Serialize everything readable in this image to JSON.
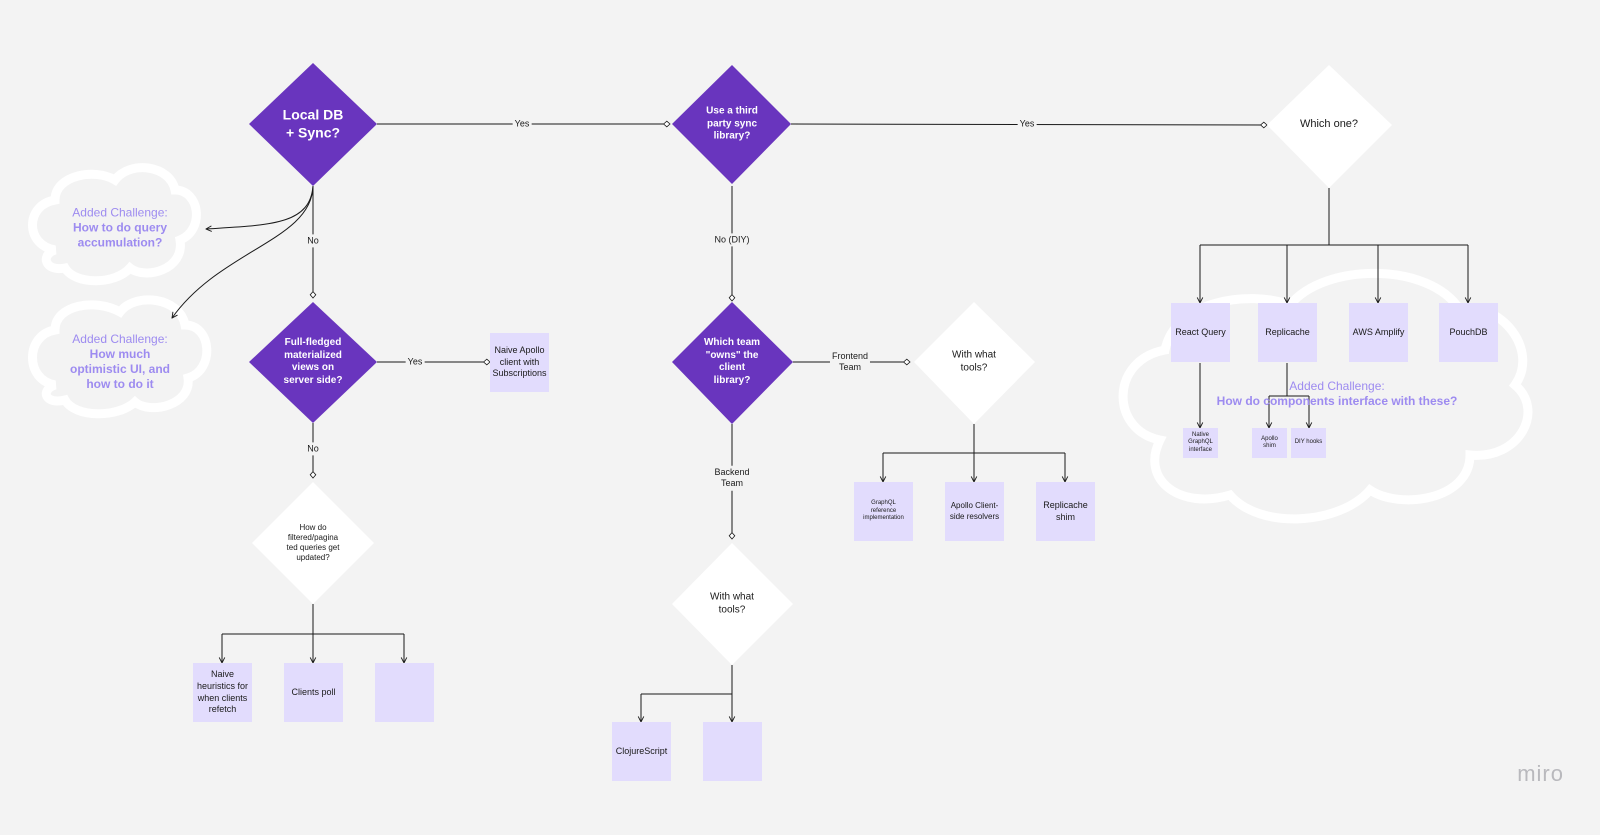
{
  "app": {
    "logo": "miro"
  },
  "decisions": {
    "local_db": "Local DB\n+ Sync?",
    "third_party": "Use a third\nparty sync\nlibrary?",
    "which_one": "Which one?",
    "full_fledged": "Full-fledged\nmaterialized\nviews on\nserver side?",
    "which_team": "Which team\n\"owns\" the\nclient\nlibrary?",
    "frontend_tools": "With what\ntools?",
    "backend_tools": "With what\ntools?",
    "filtered_queries": "How do\nfiltered/pagina\nted queries get\nupdated?"
  },
  "labels": {
    "yes_1": "Yes",
    "yes_2": "Yes",
    "yes_3": "Yes",
    "no_1": "No",
    "no_2": "No",
    "no_diy": "No (DIY)",
    "frontend_team": "Frontend\nTeam",
    "backend_team": "Backend\nTeam"
  },
  "notes": {
    "naive_apollo": "Naive Apollo\nclient with\nSubscriptions",
    "react_query": "React Query",
    "replicache": "Replicache",
    "aws_amplify": "AWS Amplify",
    "pouchdb": "PouchDB",
    "native_graphql": "Native\nGraphQL\ninterface",
    "apollo_shim": "Apollo\nshim",
    "diy_hooks": "DIY hooks",
    "graphql_ref": "GraphQL\nreference\nimplementation",
    "apollo_resolvers": "Apollo Client-\nside resolvers",
    "replicache_shim": "Replicache\nshim",
    "naive_heuristics": "Naive\nheuristics for\nwhen clients\nrefetch",
    "clients_poll": "Clients poll",
    "empty_1": "",
    "clojurescript": "ClojureScript",
    "empty_2": ""
  },
  "challenges": {
    "query_accumulation": {
      "prefix": "Added Challenge:",
      "text": "How to do query\naccumulation?"
    },
    "optimistic_ui": {
      "prefix": "Added Challenge:",
      "text": "How much\noptimistic UI, and\nhow to do it"
    },
    "components_interface": {
      "prefix": "Added Challenge:",
      "text": "How do components interface with these?"
    }
  },
  "colors": {
    "canvas": "#f3f3f3",
    "decision_purple": "#6935be",
    "decision_white": "#ffffff",
    "sticky": "#e2dcfd",
    "challenge_text": "#9d8bf0",
    "connector": "#1a1a1a"
  }
}
